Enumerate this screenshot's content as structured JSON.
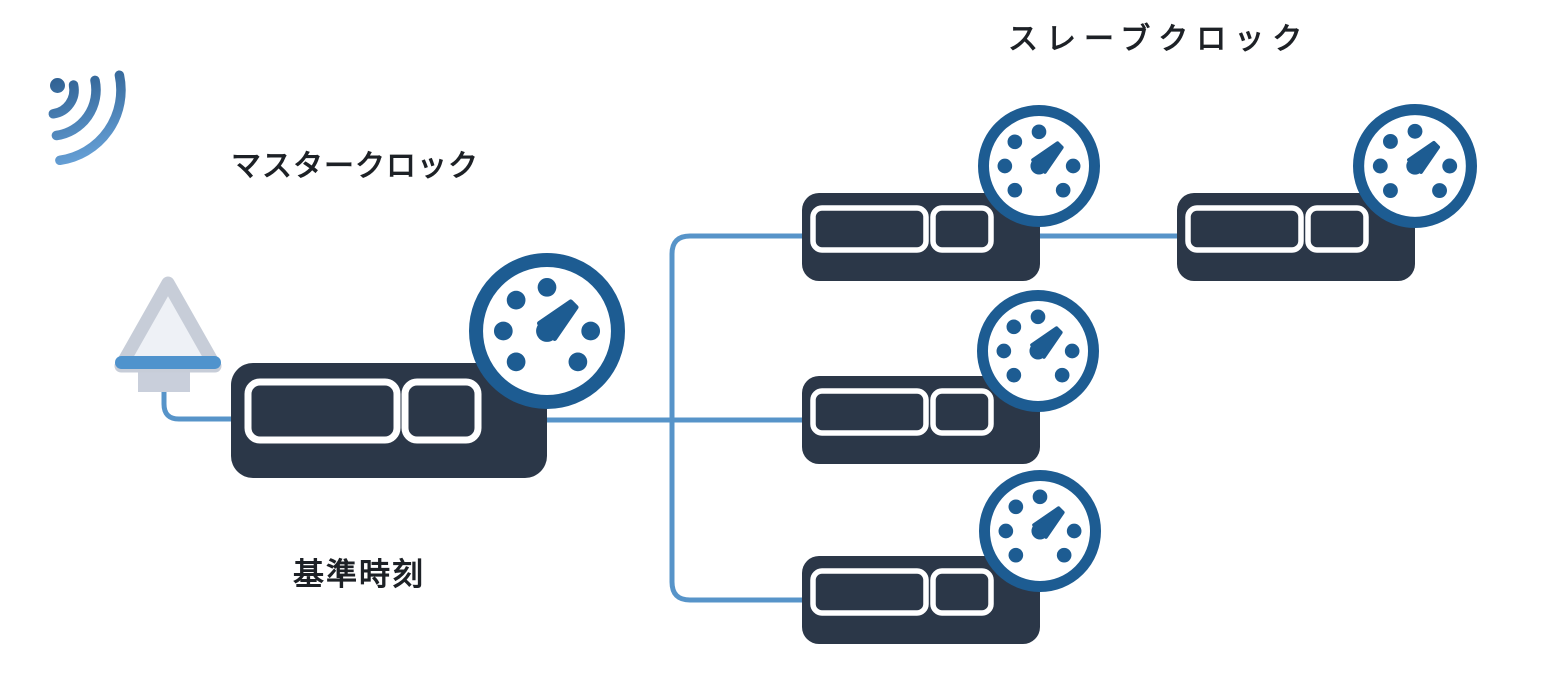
{
  "labels": {
    "master_clock": "マスタークロック",
    "slave_clock": "スレーブクロック",
    "reference_time": "基準時刻"
  },
  "diagram": {
    "type": "clock-sync-topology",
    "nodes": [
      {
        "id": "gnss-signal",
        "icon": "radio-waves-icon"
      },
      {
        "id": "gps-antenna",
        "icon": "gps-antenna-icon"
      },
      {
        "id": "master-clock",
        "role": "master",
        "label": "マスタークロック",
        "caption": "基準時刻",
        "icon": "clock-device-with-gauge"
      },
      {
        "id": "slave-clock-1",
        "role": "slave",
        "label": "スレーブクロック",
        "icon": "clock-device-with-gauge"
      },
      {
        "id": "slave-clock-2",
        "role": "slave",
        "label": "スレーブクロック",
        "icon": "clock-device-with-gauge"
      },
      {
        "id": "slave-clock-3",
        "role": "slave",
        "label": "スレーブクロック",
        "icon": "clock-device-with-gauge"
      },
      {
        "id": "slave-clock-4",
        "role": "slave",
        "label": "スレーブクロック",
        "icon": "clock-device-with-gauge"
      }
    ],
    "edges": [
      {
        "from": "gps-antenna",
        "to": "master-clock"
      },
      {
        "from": "master-clock",
        "to": "slave-clock-1"
      },
      {
        "from": "master-clock",
        "to": "slave-clock-2"
      },
      {
        "from": "master-clock",
        "to": "slave-clock-3"
      },
      {
        "from": "slave-clock-1",
        "to": "slave-clock-4"
      }
    ]
  },
  "colors": {
    "device_navy": "#2b3748",
    "gauge_blue": "#1d5c92",
    "line_blue": "#5794c9",
    "antenna_fill": "#eef1f6",
    "antenna_stroke": "#c7cdd8",
    "antenna_base": "#c9cfdb",
    "antenna_band": "#4f93cd",
    "signal_dark": "#2b5c8d",
    "signal_light": "#6ba6dd",
    "slot_outline": "#ffffff",
    "text": "#1d2126",
    "background": "#ffffff"
  }
}
